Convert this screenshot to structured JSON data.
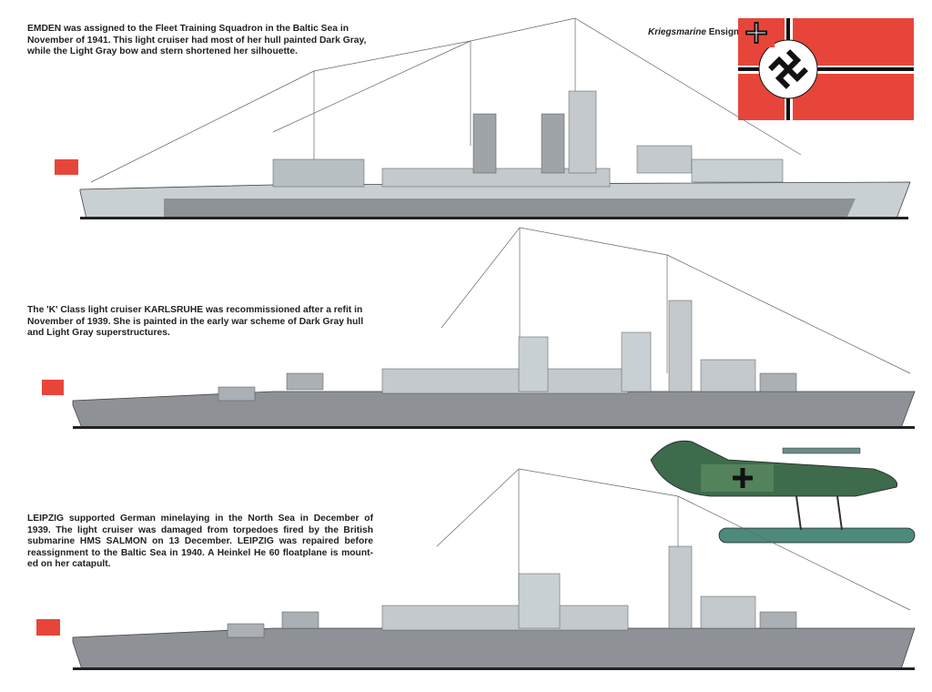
{
  "ships": [
    {
      "name": "EMDEN",
      "caption_lines": [
        "EMDEN was assigned to the Fleet Training Squadron in the Baltic Sea in",
        "November of 1941. This light cruiser had most of her hull painted Dark Gray,",
        "while the Light Gray bow and stern shortened her silhouette."
      ]
    },
    {
      "name": "KARLSRUHE",
      "caption_lines": [
        "The 'K' Class light cruiser KARLSRUHE was recommissioned after a refit in",
        "November of 1939. She is painted in the early war scheme of Dark Gray hull",
        "and Light Gray superstructures."
      ]
    },
    {
      "name": "LEIPZIG",
      "caption_lines": [
        "LEIPZIG supported German minelaying in the North Sea in December of",
        "1939. The light cruiser was damaged from torpedoes fired by the British",
        "submarine HMS SALMON on 13 December. LEIPZIG was repaired before",
        "reassignment to the Baltic Sea in 1940. A Heinkel He 60 floatplane is mount-",
        "ed on her catapult."
      ]
    }
  ],
  "ensign": {
    "label_italic": "Kriegsmarine",
    "label_rest": " Ensign"
  },
  "colors": {
    "flag_red": "#e8453a",
    "hull_dark": "#8e9297",
    "hull_light": "#c9d0d3",
    "plane_green": "#3d6b4c"
  }
}
